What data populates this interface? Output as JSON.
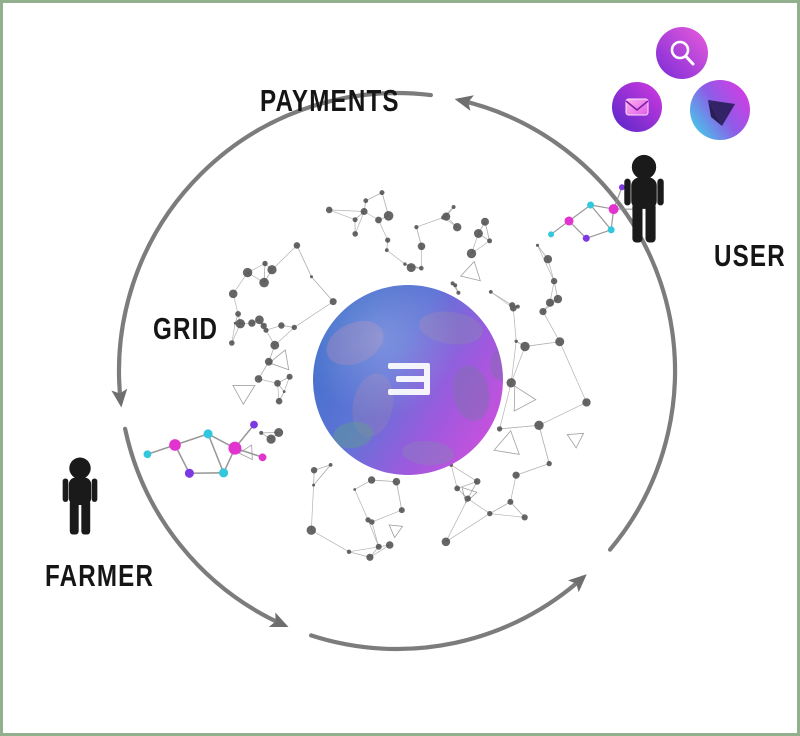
{
  "diagram": {
    "labels": {
      "payments": "PAYMENTS",
      "user": "USER",
      "grid": "GRID",
      "farmer": "FARMER"
    },
    "icons": {
      "center_logo": "threefold-3-logo",
      "app_icons": [
        "search-icon",
        "mail-icon",
        "prism-icon"
      ],
      "persons": [
        "user-person-icon",
        "farmer-person-icon"
      ],
      "decorations": [
        "network-sphere",
        "molecule-cluster",
        "orbit-arrows",
        "globe"
      ]
    },
    "colors": {
      "magenta": "#e233cf",
      "cyan": "#31c7dd",
      "purple": "#7e3ae2",
      "globe_blue": "#3d6fca",
      "globe_magenta": "#cf4fdc",
      "arrow_gray": "#7c7c7c",
      "label_black": "#151515",
      "border_green": "#93b08d"
    }
  }
}
